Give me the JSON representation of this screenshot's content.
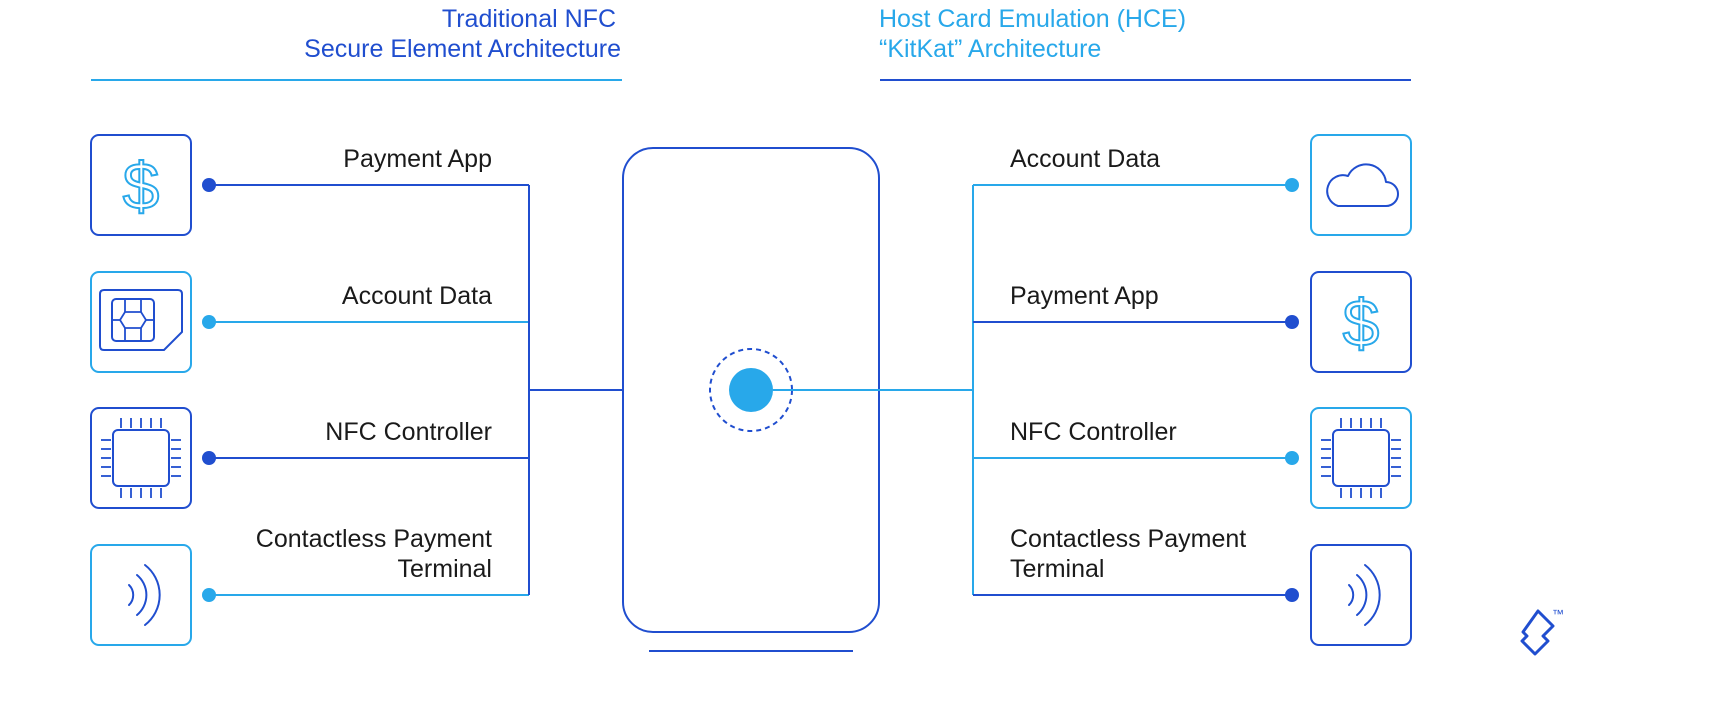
{
  "left": {
    "title_line1": "Traditional NFC",
    "title_line2": "Secure Element Architecture",
    "items": [
      {
        "label": "Payment App",
        "icon": "dollar-icon"
      },
      {
        "label": "Account Data",
        "icon": "sim-card-icon"
      },
      {
        "label": "NFC Controller",
        "icon": "chip-icon"
      },
      {
        "label_line1": "Contactless Payment",
        "label_line2": "Terminal",
        "icon": "contactless-icon"
      }
    ]
  },
  "right": {
    "title_line1": "Host Card Emulation (HCE)",
    "title_line2": "“KitKat” Architecture",
    "items": [
      {
        "label": "Account Data",
        "icon": "cloud-icon"
      },
      {
        "label": "Payment App",
        "icon": "dollar-icon"
      },
      {
        "label": "NFC Controller",
        "icon": "chip-icon"
      },
      {
        "label_line1": "Contactless Payment",
        "label_line2": "Terminal",
        "icon": "contactless-icon"
      }
    ]
  },
  "center": {
    "icon": "phone-icon"
  },
  "brand": {
    "trademark": "™",
    "logo": "toptal-logo"
  },
  "colors": {
    "dark_blue": "#204ECF",
    "light_blue": "#28A8EA",
    "text": "#1a1a1a"
  }
}
